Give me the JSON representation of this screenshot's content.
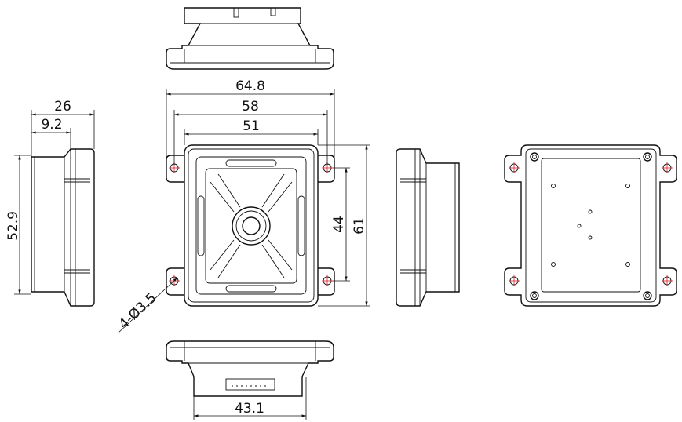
{
  "dimensions": {
    "overall_width": "64.8",
    "hole_spacing_x": "58",
    "body_width": "51",
    "hole_spacing_y": "44",
    "overall_height": "61",
    "depth": "26",
    "flange_offset": "9.2",
    "side_height": "52.9",
    "hole_callout": "4-Ø3.5",
    "connector_width": "43.1"
  },
  "colors": {
    "line": "#111111",
    "center_mark": "#e0202a"
  }
}
